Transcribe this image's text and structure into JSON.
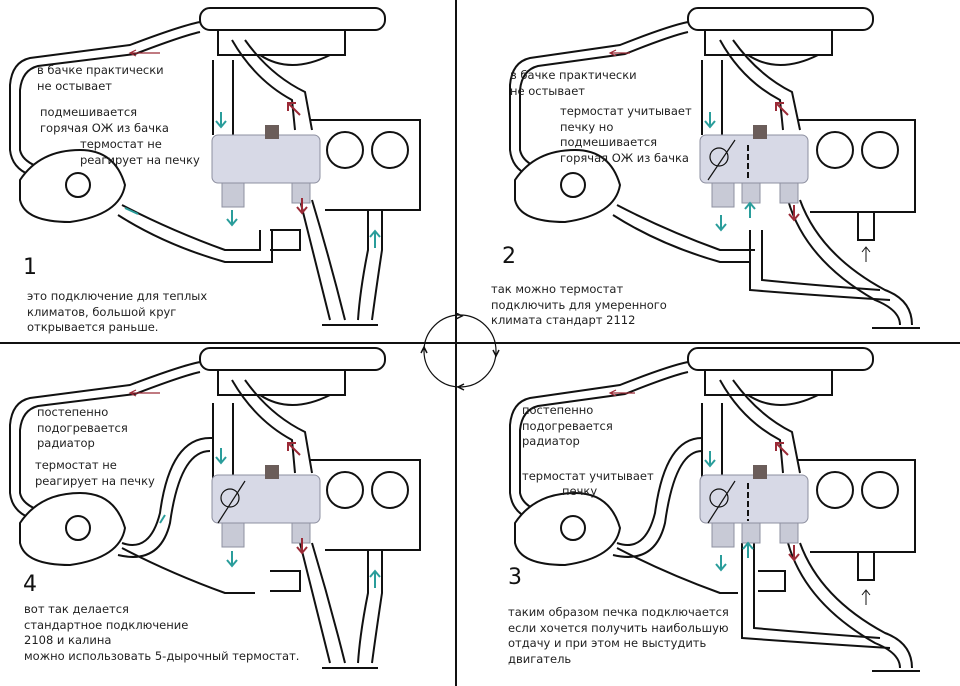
{
  "diagram": {
    "title": "Thermostat connection variants (coolant system)",
    "colors": {
      "cold_flow": "#2a9d9b",
      "hot_flow": "#9b2a36",
      "line": "#111111",
      "valve_body": "#d7d9e6"
    },
    "panels": [
      {
        "id": "p1",
        "number": "1",
        "notes_top": [
          "в бачке практически",
          "не остывает"
        ],
        "notes_mid": [
          "подмешивается",
          "горячая ОЖ из бачка"
        ],
        "notes_mid2": [
          "термостат не",
          "реагирует на печку"
        ],
        "caption": [
          "это подключение для теплых",
          "климатов, большой круг",
          "открывается раньше."
        ]
      },
      {
        "id": "p2",
        "number": "2",
        "notes_top": [
          "в бачке практически",
          "не остывает"
        ],
        "notes_mid": [
          "термостат учитывает",
          "печку но",
          "подмешивается",
          "горячая ОЖ из бачка"
        ],
        "caption": [
          "так можно термостат",
          "подключить для умеренного",
          "климата стандарт 2112"
        ]
      },
      {
        "id": "p4",
        "number": "4",
        "notes_top": [
          "постепенно",
          "подогревается",
          "радиатор"
        ],
        "notes_mid": [
          "термостат не",
          "реагирует на печку"
        ],
        "caption": [
          "вот так делается",
          "стандартное подключение",
          "2108 и калина",
          "можно использовать 5-дырочный термостат."
        ]
      },
      {
        "id": "p3",
        "number": "3",
        "notes_top": [
          "постепенно",
          "подогревается",
          "радиатор"
        ],
        "notes_mid": [
          "термостат учитывает",
          "печку"
        ],
        "caption": [
          "таким образом печка подключается",
          "если хочется получить наибольшую",
          "отдачу и при этом не выстудить",
          "двигатель"
        ]
      }
    ],
    "cycle_icon": "circular-arrows-icon"
  }
}
